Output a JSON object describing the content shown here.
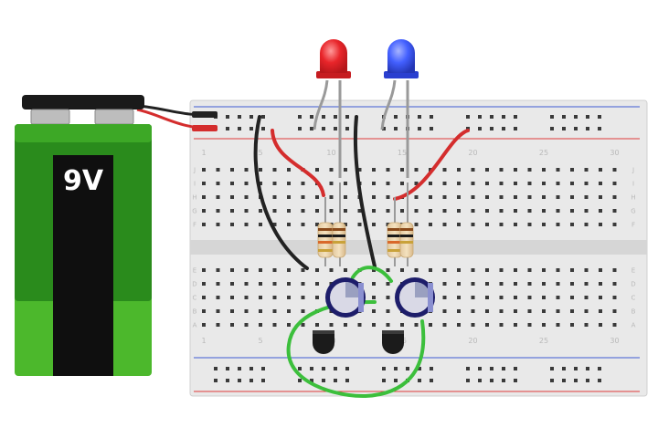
{
  "battery": {
    "label": "9V",
    "body_color": "#4cb82c",
    "top_color": "#2a8b1c",
    "label_panel_color": "#0f0f0f"
  },
  "breadboard": {
    "column_numbers": [
      "1",
      "5",
      "10",
      "15",
      "20",
      "25",
      "30"
    ],
    "row_letters_top": [
      "J",
      "I",
      "H",
      "G",
      "F"
    ],
    "row_letters_bottom": [
      "E",
      "D",
      "C",
      "B",
      "A"
    ],
    "rail_red": "#e03c3c",
    "rail_blue": "#3f5bd4"
  },
  "components": {
    "led_red": {
      "name": "Red LED",
      "color": "#e8252a"
    },
    "led_blue": {
      "name": "Blue LED",
      "color": "#3f59ff"
    },
    "resistors": [
      "Resistor 1",
      "Resistor 2"
    ],
    "capacitors": [
      "Capacitor 1",
      "Capacitor 2"
    ],
    "transistors": [
      "Transistor 1",
      "Transistor 2"
    ]
  },
  "wires": {
    "red": "#d42d2d",
    "black": "#222222",
    "green": "#3cbf3c"
  }
}
